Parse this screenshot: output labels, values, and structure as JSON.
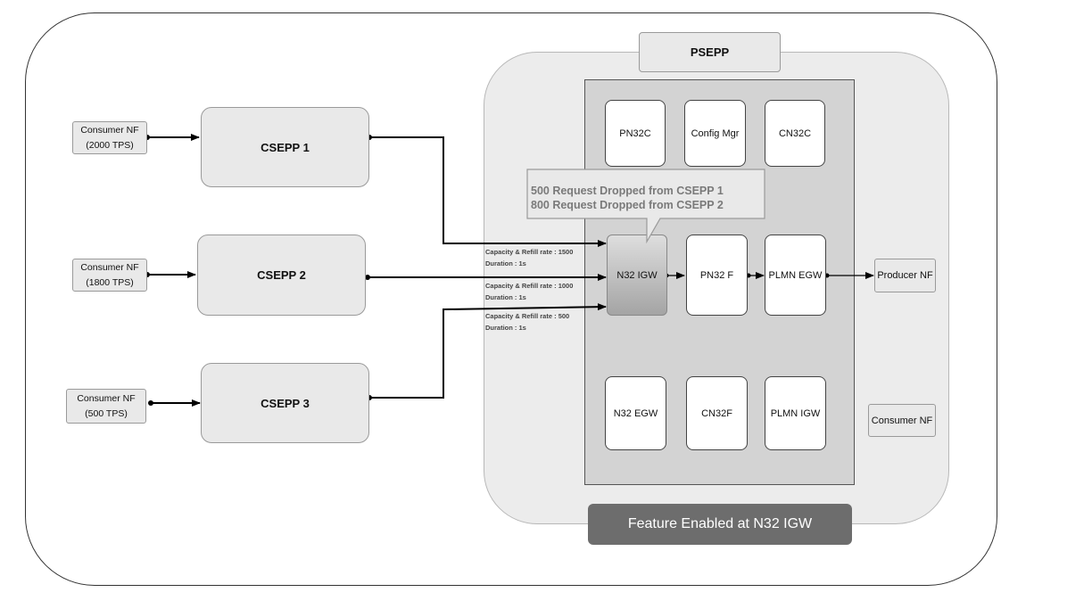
{
  "sources": [
    {
      "label": "Consumer NF",
      "tps": "(2000 TPS)"
    },
    {
      "label": "Consumer NF",
      "tps": "(1800 TPS)"
    },
    {
      "label": "Consumer NF",
      "tps": "(500 TPS)"
    }
  ],
  "cseppNodes": [
    "CSEPP 1",
    "CSEPP 2",
    "CSEPP 3"
  ],
  "psepp": {
    "title": "PSEPP",
    "components": {
      "pn32c": "PN32C",
      "configMgr": "Config Mgr",
      "cn32c": "CN32C",
      "n32igw": "N32 IGW",
      "pn32f": "PN32 F",
      "plmnEgw": "PLMN EGW",
      "n32egw": "N32 EGW",
      "cn32f": "CN32F",
      "plmnIgw": "PLMN IGW"
    }
  },
  "external": {
    "producerNf": "Producer NF",
    "consumerNf": "Consumer NF"
  },
  "callout": {
    "line1": "500 Request Dropped from CSEPP 1",
    "line2": "800 Request Dropped from CSEPP 2"
  },
  "capacities": [
    {
      "rate": "Capacity & Refill rate : 1500",
      "duration": "Duration : 1s"
    },
    {
      "rate": "Capacity & Refill rate : 1000",
      "duration": "Duration : 1s"
    },
    {
      "rate": "Capacity & Refill rate : 500",
      "duration": "Duration : 1s"
    }
  ],
  "banner": "Feature Enabled at N32 IGW"
}
